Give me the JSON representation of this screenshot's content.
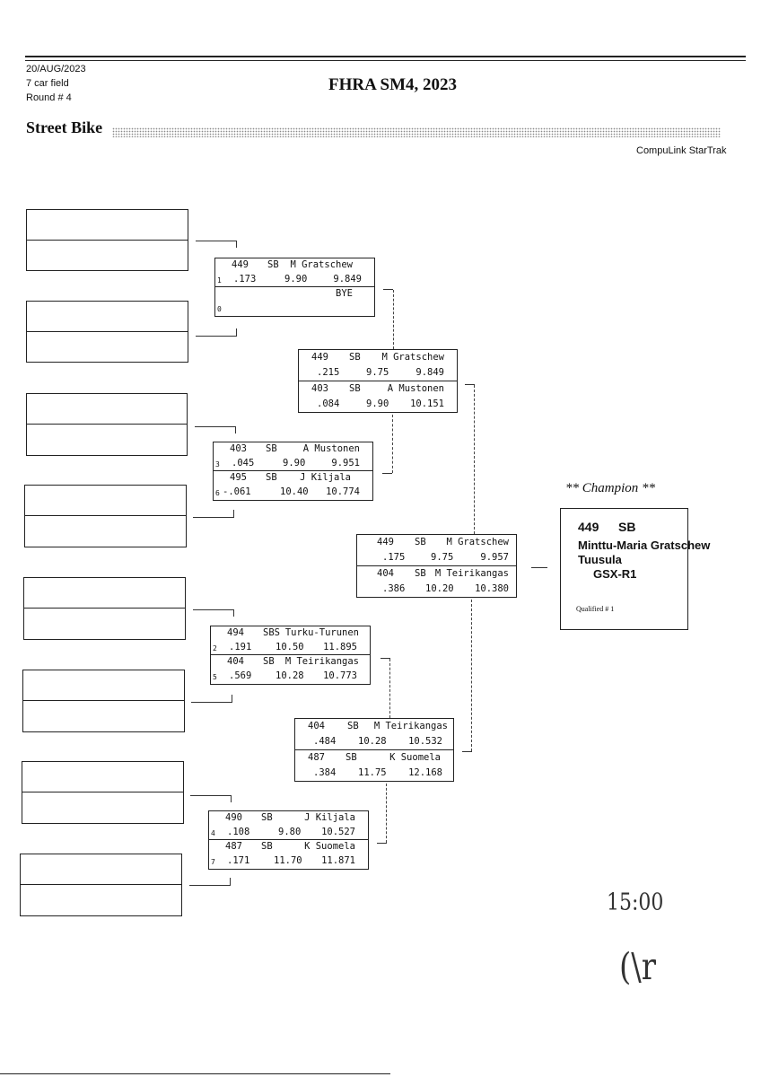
{
  "header": {
    "date": "20/AUG/2023",
    "field": "7 car field",
    "round": "Round # 4",
    "event_title": "FHRA SM4, 2023",
    "class_name": "Street Bike",
    "software": "CompuLink StarTrak"
  },
  "round1": [
    {
      "top": {
        "no": "449",
        "cls": "SB",
        "name": "M Gratschew",
        "seed": "1",
        "rt": ".173",
        "dial": "9.90",
        "et": "9.849"
      },
      "bottom": {
        "no": "",
        "cls": "",
        "name": "BYE",
        "seed": "0",
        "rt": "",
        "dial": "",
        "et": ""
      }
    },
    {
      "top": {
        "no": "403",
        "cls": "SB",
        "name": "A Mustonen",
        "seed": "3",
        "rt": ".045",
        "dial": "9.90",
        "et": "9.951"
      },
      "bottom": {
        "no": "495",
        "cls": "SB",
        "name": "J Kiljala",
        "seed": "6",
        "rt": "-.061",
        "dial": "10.40",
        "et": "10.774"
      }
    },
    {
      "top": {
        "no": "494",
        "cls": "SBS",
        "name": "Turku-Turunen",
        "seed": "2",
        "rt": ".191",
        "dial": "10.50",
        "et": "11.895"
      },
      "bottom": {
        "no": "404",
        "cls": "SB",
        "name": "M Teirikangas",
        "seed": "5",
        "rt": ".569",
        "dial": "10.28",
        "et": "10.773"
      }
    },
    {
      "top": {
        "no": "490",
        "cls": "SB",
        "name": "J Kiljala",
        "seed": "4",
        "rt": ".108",
        "dial": "9.80",
        "et": "10.527"
      },
      "bottom": {
        "no": "487",
        "cls": "SB",
        "name": "K Suomela",
        "seed": "7",
        "rt": ".171",
        "dial": "11.70",
        "et": "11.871"
      }
    }
  ],
  "round2": [
    {
      "top": {
        "no": "449",
        "cls": "SB",
        "name": "M Gratschew",
        "rt": ".215",
        "dial": "9.75",
        "et": "9.849"
      },
      "bottom": {
        "no": "403",
        "cls": "SB",
        "name": "A Mustonen",
        "rt": ".084",
        "dial": "9.90",
        "et": "10.151"
      }
    },
    {
      "top": {
        "no": "404",
        "cls": "SB",
        "name": "M Teirikangas",
        "rt": ".484",
        "dial": "10.28",
        "et": "10.532"
      },
      "bottom": {
        "no": "487",
        "cls": "SB",
        "name": "K Suomela",
        "rt": ".384",
        "dial": "11.75",
        "et": "12.168"
      }
    }
  ],
  "final": {
    "top": {
      "no": "449",
      "cls": "SB",
      "name": "M Gratschew",
      "rt": ".175",
      "dial": "9.75",
      "et": "9.957"
    },
    "bottom": {
      "no": "404",
      "cls": "SB",
      "name": "M Teirikangas",
      "rt": ".386",
      "dial": "10.20",
      "et": "10.380"
    }
  },
  "champion": {
    "label": "** Champion **",
    "car": "449",
    "cls": "SB",
    "driver": "Minttu-Maria Gratschew",
    "city": "Tuusula",
    "vehicle": "GSX-R1",
    "qualified": "Qualified # 1"
  },
  "handwriting": {
    "time": "15:00",
    "initials": "(\\r"
  }
}
